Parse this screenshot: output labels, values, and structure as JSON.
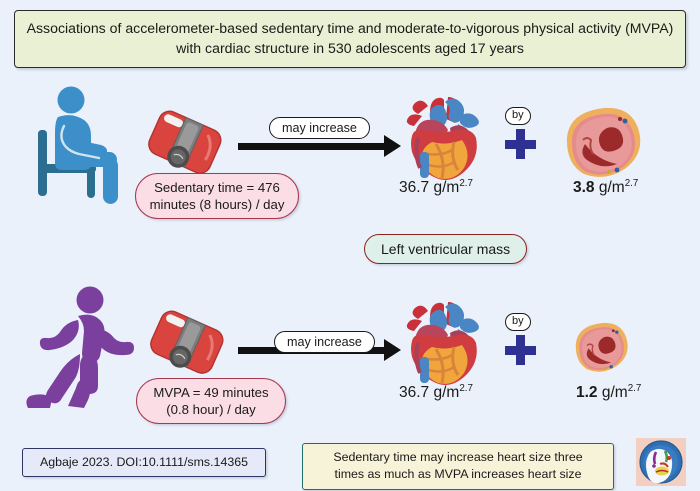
{
  "background_color": "#eaf1fb",
  "title": {
    "text": "Associations of accelerometer-based sedentary time and moderate-to-vigorous physical activity (MVPA) with cardiac structure in 530 adolescents aged 17 years",
    "fill_color": "#eaf0d4",
    "border_color": "#2b2b2b"
  },
  "rows": [
    {
      "id": "sedentary-row",
      "person_icon": "sitting-person-icon",
      "person_color": "#3d8fc9",
      "device_icon": "accelerometer-device-icon",
      "device_color": "#d9443f",
      "exposure_label": "Sedentary time = 476 minutes (8 hours) / day",
      "exposure_line1": "Sedentary time = 476",
      "exposure_line2": "minutes (8 hours) / day",
      "arrow_label": "may increase",
      "heart_icon": "anatomical-heart-icon",
      "heart_value": "36.7",
      "heart_unit": "g/m",
      "heart_exponent": "2.7",
      "operator_label": "by",
      "operator_icon": "plus-icon",
      "operator_color": "#2e3192",
      "cross_section_icon": "heart-cross-section-icon",
      "cross_section_value": "3.8",
      "cross_section_unit": "g/m",
      "cross_section_exponent": "2.7",
      "cross_section_size": "large"
    },
    {
      "id": "mvpa-row",
      "person_icon": "running-person-icon",
      "person_color": "#7b3f9d",
      "device_icon": "accelerometer-device-icon",
      "device_color": "#d9443f",
      "exposure_label": "MVPA = 49 minutes (0.8 hour) / day",
      "exposure_line1": "MVPA = 49 minutes",
      "exposure_line2": "(0.8 hour) / day",
      "arrow_label": "may increase",
      "heart_icon": "anatomical-heart-icon",
      "heart_value": "36.7",
      "heart_unit": "g/m",
      "heart_exponent": "2.7",
      "operator_label": "by",
      "operator_icon": "plus-icon",
      "operator_color": "#2e3192",
      "cross_section_icon": "heart-cross-section-icon",
      "cross_section_value": "1.2",
      "cross_section_unit": "g/m",
      "cross_section_exponent": "2.7",
      "cross_section_size": "small"
    }
  ],
  "outcome": {
    "label": "Left ventricular mass",
    "fill_color": "#dff0ea",
    "border_color": "#8c2420"
  },
  "footer": {
    "citation": "Agbaje 2023. DOI:10.1111/sms.14365",
    "citation_fill": "#e6e9f7",
    "citation_border": "#2c3566",
    "conclusion_line1": "Sedentary time may increase heart size three",
    "conclusion_line2": "times as much as MVPA increases heart size",
    "conclusion_fill": "#f6f3d8",
    "conclusion_border": "#1f6f68",
    "logo_icon": "heart-research-logo-icon"
  }
}
